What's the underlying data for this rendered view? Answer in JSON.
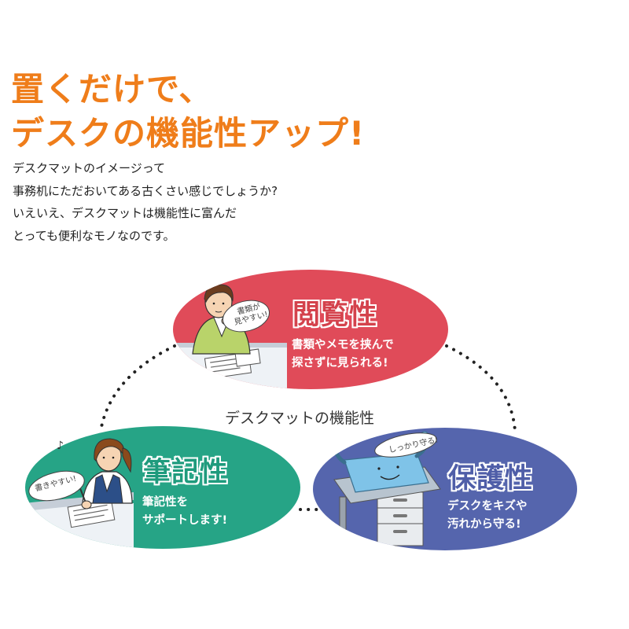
{
  "headline": {
    "line1": "置くだけで、",
    "line2": "デスクの機能性アップ!"
  },
  "intro": {
    "line1": "デスクマットのイメージって",
    "line2": "事務机にただおいてある古くさい感じでしょうか?",
    "line3": "いえいえ、デスクマットは機能性に富んだ",
    "line4": "とっても便利なモノなのです。"
  },
  "diagram": {
    "center_label": "デスクマットの機能性",
    "features": [
      {
        "title": "閲覧性",
        "desc_line1": "書類やメモを挟んで",
        "desc_line2": "探さずに見られる!",
        "bubble_line1": "書類が",
        "bubble_line2": "見やすい!",
        "color": "#e04b59",
        "icon": "man-reading-document-icon"
      },
      {
        "title": "筆記性",
        "desc_line1": "筆記性を",
        "desc_line2": "サポートします!",
        "bubble_line1": "書きやすい!",
        "color": "#26a486",
        "icon": "woman-writing-icon"
      },
      {
        "title": "保護性",
        "desc_line1": "デスクをキズや",
        "desc_line2": "汚れから守る!",
        "bubble_line1": "しっかり守る!",
        "color": "#5565ad",
        "icon": "smiling-desk-icon"
      }
    ]
  }
}
